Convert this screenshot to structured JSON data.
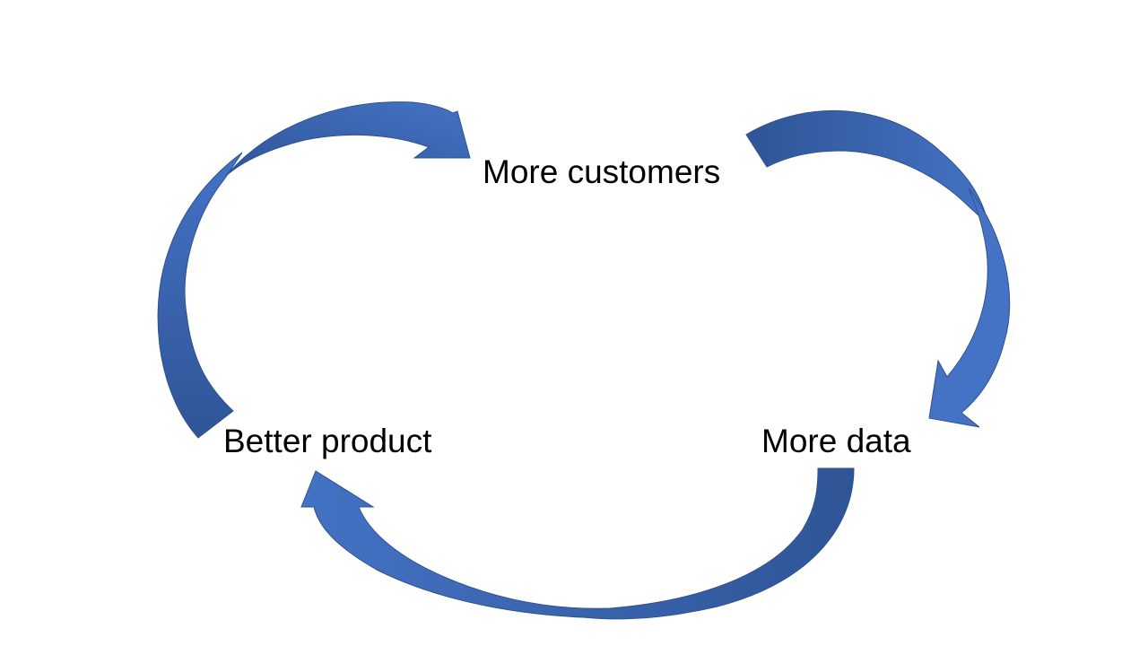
{
  "diagram": {
    "nodes": [
      {
        "id": "customers",
        "label": "More customers"
      },
      {
        "id": "data",
        "label": "More data"
      },
      {
        "id": "product",
        "label": "Better product"
      }
    ],
    "edges": [
      {
        "from": "customers",
        "to": "data"
      },
      {
        "from": "data",
        "to": "product"
      },
      {
        "from": "product",
        "to": "customers"
      }
    ],
    "colors": {
      "arrow_light": "#4472C4",
      "arrow_dark": "#2F5597",
      "arrow_stroke": "#2F528F",
      "text": "#000000",
      "background": "#FFFFFF"
    }
  }
}
